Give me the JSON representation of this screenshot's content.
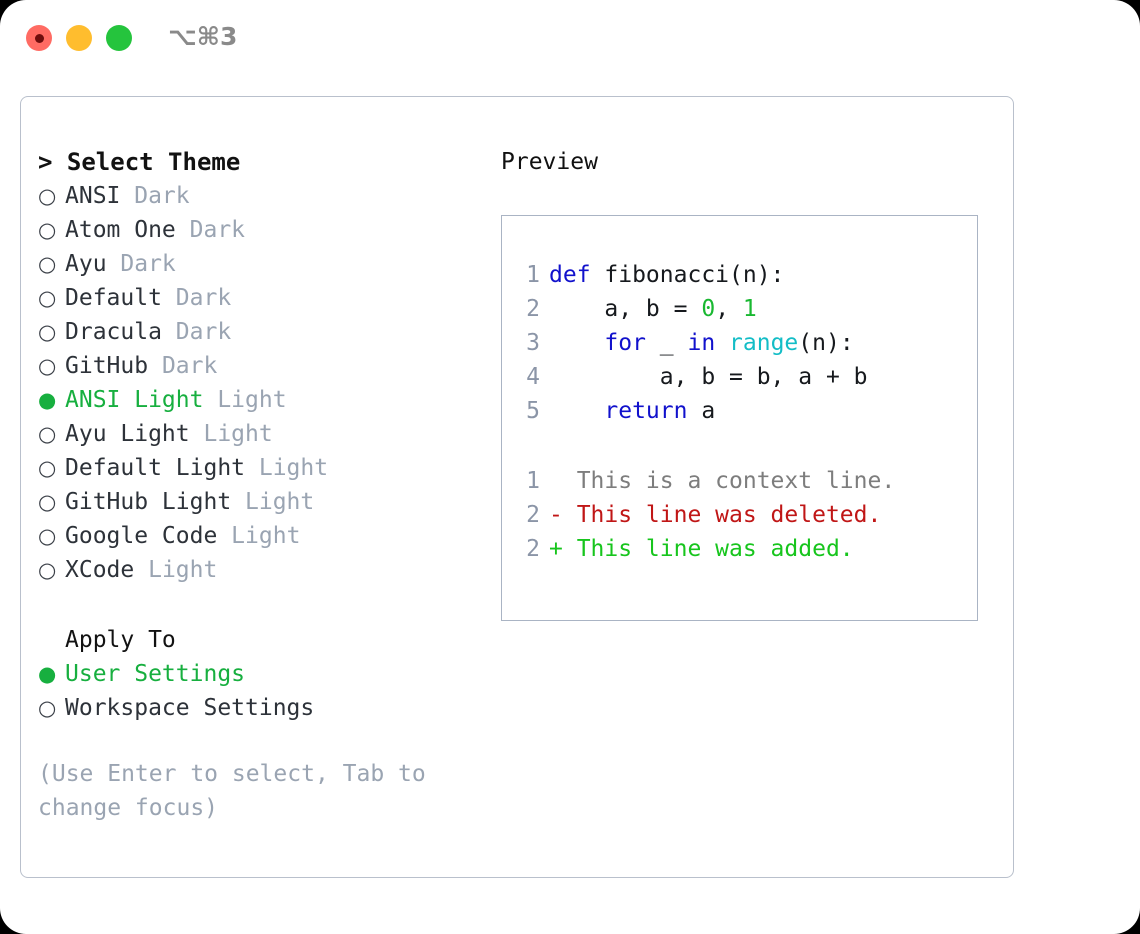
{
  "titlebar": {
    "shortcut": "⌥⌘3",
    "buttons": [
      "close",
      "minimize",
      "maximize"
    ]
  },
  "theme_panel": {
    "heading": "> Select Theme",
    "themes": [
      {
        "marker": "○",
        "name": "ANSI",
        "suffix": "Dark",
        "selected": false
      },
      {
        "marker": "○",
        "name": "Atom One",
        "suffix": "Dark",
        "selected": false
      },
      {
        "marker": "○",
        "name": "Ayu",
        "suffix": "Dark",
        "selected": false
      },
      {
        "marker": "○",
        "name": "Default",
        "suffix": "Dark",
        "selected": false
      },
      {
        "marker": "○",
        "name": "Dracula",
        "suffix": "Dark",
        "selected": false
      },
      {
        "marker": "○",
        "name": "GitHub",
        "suffix": "Dark",
        "selected": false
      },
      {
        "marker": "●",
        "name": "ANSI Light",
        "suffix": "Light",
        "selected": true
      },
      {
        "marker": "○",
        "name": "Ayu Light",
        "suffix": "Light",
        "selected": false
      },
      {
        "marker": "○",
        "name": "Default Light",
        "suffix": "Light",
        "selected": false
      },
      {
        "marker": "○",
        "name": "GitHub Light",
        "suffix": "Light",
        "selected": false
      },
      {
        "marker": "○",
        "name": "Google Code",
        "suffix": "Light",
        "selected": false
      },
      {
        "marker": "○",
        "name": "XCode",
        "suffix": "Light",
        "selected": false
      }
    ],
    "apply_to": {
      "heading": "Apply To",
      "options": [
        {
          "marker": "●",
          "name": "User Settings",
          "selected": true
        },
        {
          "marker": "○",
          "name": "Workspace Settings",
          "selected": false
        }
      ]
    },
    "hint": "(Use Enter to select, Tab to change focus)"
  },
  "preview": {
    "heading": "Preview",
    "code_lines": [
      {
        "n": "1",
        "tokens": [
          {
            "t": "def",
            "c": "kw"
          },
          {
            "t": " fibonacci(n):",
            "c": "plain"
          }
        ]
      },
      {
        "n": "2",
        "tokens": [
          {
            "t": "    a, b = ",
            "c": "plain"
          },
          {
            "t": "0",
            "c": "num"
          },
          {
            "t": ", ",
            "c": "plain"
          },
          {
            "t": "1",
            "c": "num"
          }
        ]
      },
      {
        "n": "3",
        "tokens": [
          {
            "t": "    ",
            "c": "plain"
          },
          {
            "t": "for",
            "c": "kw"
          },
          {
            "t": " _ ",
            "c": "plain"
          },
          {
            "t": "in",
            "c": "kw"
          },
          {
            "t": " ",
            "c": "plain"
          },
          {
            "t": "range",
            "c": "fn"
          },
          {
            "t": "(n):",
            "c": "plain"
          }
        ]
      },
      {
        "n": "4",
        "tokens": [
          {
            "t": "        a, b = b, a + b",
            "c": "plain"
          }
        ]
      },
      {
        "n": "5",
        "tokens": [
          {
            "t": "    ",
            "c": "plain"
          },
          {
            "t": "return",
            "c": "kw"
          },
          {
            "t": " a",
            "c": "plain"
          }
        ]
      }
    ],
    "diff_lines": [
      {
        "n": "1",
        "sign": "  ",
        "text": "This is a context line.",
        "kind": "diff-ctx"
      },
      {
        "n": "2",
        "sign": "- ",
        "text": "This line was deleted.",
        "kind": "diff-del"
      },
      {
        "n": "2",
        "sign": "+ ",
        "text": "This line was added.",
        "kind": "diff-add"
      }
    ]
  },
  "colors": {
    "accent_green": "#17af3f",
    "keyword_blue": "#1111cc",
    "number_green": "#19b831",
    "function_cyan": "#13bdc6",
    "muted_gray": "#9aa4b2",
    "diff_delete_red": "#c01616",
    "diff_add_green": "#17c51d",
    "border_gray": "#b9c0cc",
    "traffic_red": "#ff6b63",
    "traffic_yellow": "#ffbd2e",
    "traffic_green": "#25c43d"
  }
}
